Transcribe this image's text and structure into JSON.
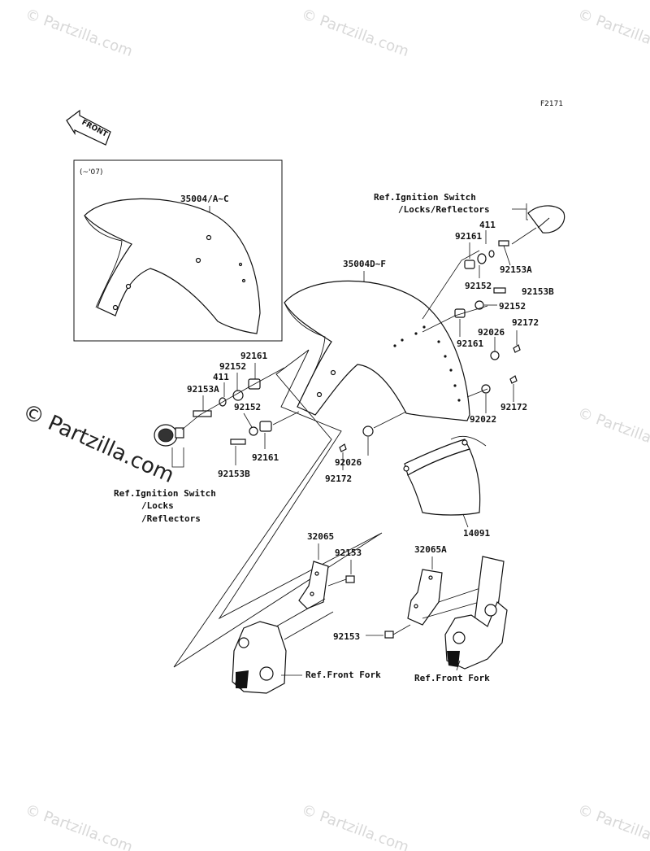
{
  "diagram": {
    "figure_code": "F2171",
    "inset_label": "(~'07)",
    "front_arrow_label": "FRONT",
    "watermark_text": "© Partzilla.com",
    "watermark_side_text": "© Partzilla.com"
  },
  "labels": {
    "p35004_ac": "35004/A~C",
    "p35004_df": "35004D~F",
    "ref_ign_right_1": "Ref.Ignition Switch",
    "ref_ign_right_2": "/Locks/Reflectors",
    "r411": "411",
    "r92161a": "92161",
    "r92153a": "92153A",
    "r92152a": "92152",
    "r92153b": "92153B",
    "r92152b": "92152",
    "r92161b": "92161",
    "r92026a": "92026",
    "r92172a": "92172",
    "r92172b": "92172",
    "r92022": "92022",
    "l92161a": "92161",
    "l92152a": "92152",
    "l411": "411",
    "l92153a": "92153A",
    "l92152b": "92152",
    "l92161b": "92161",
    "l92153b": "92153B",
    "ref_ign_left_1": "Ref.Ignition Switch",
    "ref_ign_left_2": "/Locks",
    "ref_ign_left_3": "/Reflectors",
    "c92026": "92026",
    "c92172": "92172",
    "p14091": "14091",
    "p32065": "32065",
    "p92153_top": "92153",
    "p32065a": "32065A",
    "p92153_mid": "92153",
    "ref_fork_left": "Ref.Front Fork",
    "ref_fork_right": "Ref.Front Fork"
  }
}
